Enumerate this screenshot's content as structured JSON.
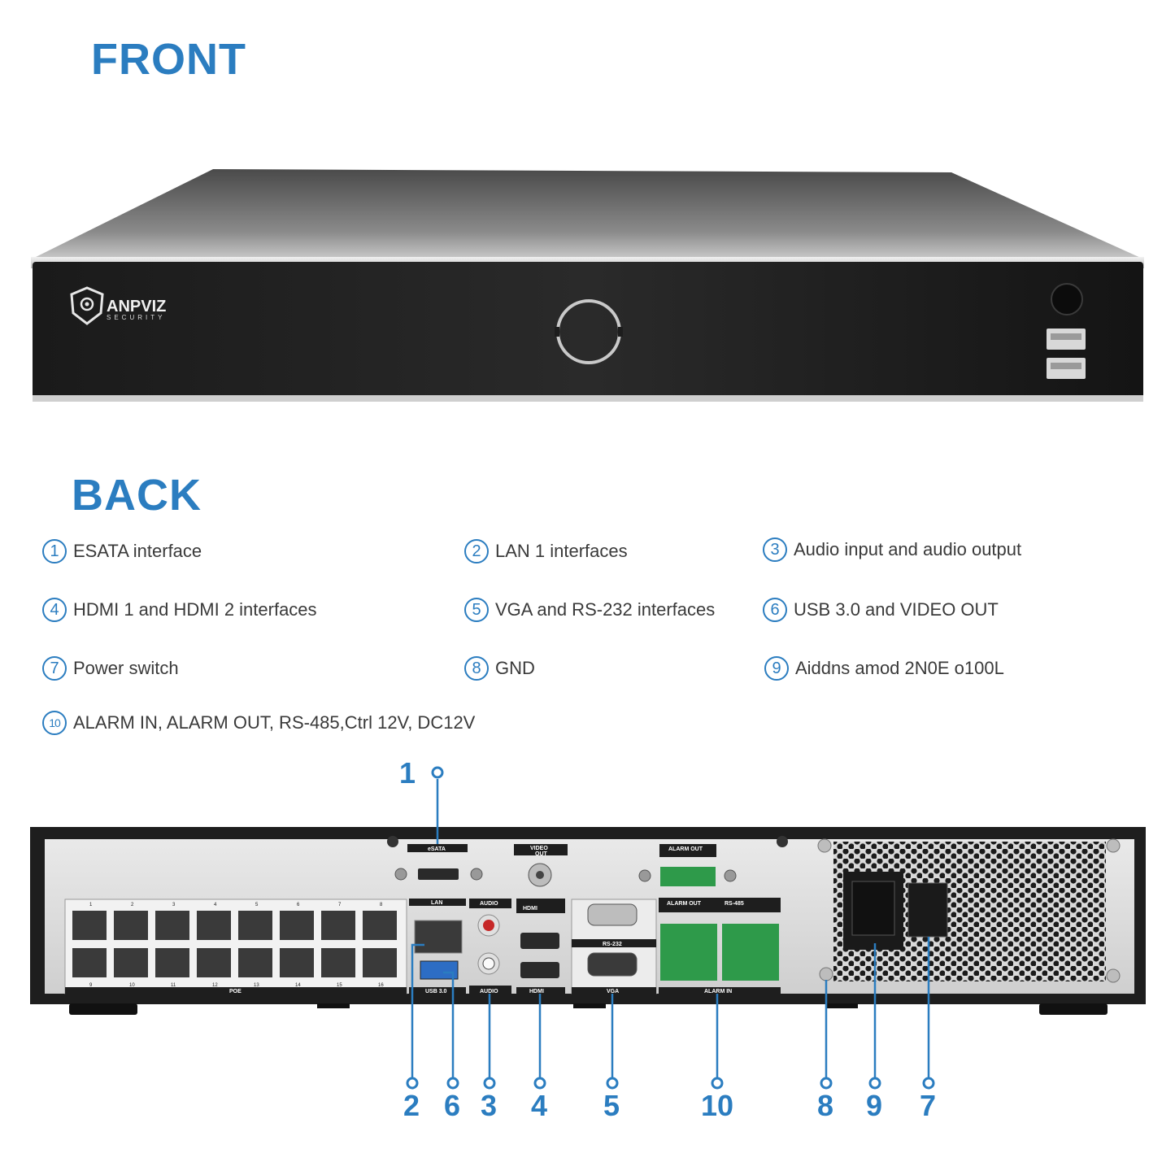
{
  "headings": {
    "front": "FRONT",
    "back": "BACK"
  },
  "front_panel": {
    "logo_name": "ANPVIZ",
    "logo_sub": "SECURITY",
    "icons": [
      "shield-logo-icon",
      "power-button-icon",
      "usb-port-icon"
    ]
  },
  "legend": [
    {
      "num": "1",
      "text": "ESATA interface"
    },
    {
      "num": "2",
      "text": "LAN 1 interfaces"
    },
    {
      "num": "3",
      "text": "Audio input and audio output"
    },
    {
      "num": "4",
      "text": "HDMI 1 and HDMI 2 interfaces"
    },
    {
      "num": "5",
      "text": "VGA and RS-232 interfaces"
    },
    {
      "num": "6",
      "text": "USB 3.0 and VIDEO OUT"
    },
    {
      "num": "7",
      "text": "Power switch"
    },
    {
      "num": "8",
      "text": "GND"
    },
    {
      "num": "9",
      "text": "Aiddns amod 2N0E o100L"
    },
    {
      "num": "10",
      "text": "ALARM IN, ALARM OUT, RS-485,Ctrl 12V, DC12V"
    }
  ],
  "back_panel": {
    "labels": {
      "esata": "eSATA",
      "video_out": "VIDEO",
      "video_out_sub": "OUT",
      "alarm_out_top": "ALARM OUT",
      "lan": "LAN",
      "usb": "USB 3.0",
      "audio_in": "AUDIO",
      "audio_out": "AUDIO",
      "hdmi_logo": "HDMI",
      "hdmi_bottom": "HDMI",
      "rs232": "RS-232",
      "vga": "VGA",
      "alarm_out_mid": "ALARM OUT",
      "rs485": "RS-485",
      "alarm_in": "ALARM IN",
      "poe": "POE"
    },
    "poe_top_numbers": [
      "1",
      "2",
      "3",
      "4",
      "5",
      "6",
      "7",
      "8"
    ],
    "poe_bottom_numbers": [
      "9",
      "10",
      "11",
      "12",
      "13",
      "14",
      "15",
      "16"
    ]
  },
  "callouts": [
    "1",
    "2",
    "6",
    "3",
    "4",
    "5",
    "10",
    "8",
    "9",
    "7"
  ],
  "colors": {
    "accent": "#2b7dc0",
    "text": "#3a3a3a",
    "panel_dark": "#1e1e1e"
  }
}
